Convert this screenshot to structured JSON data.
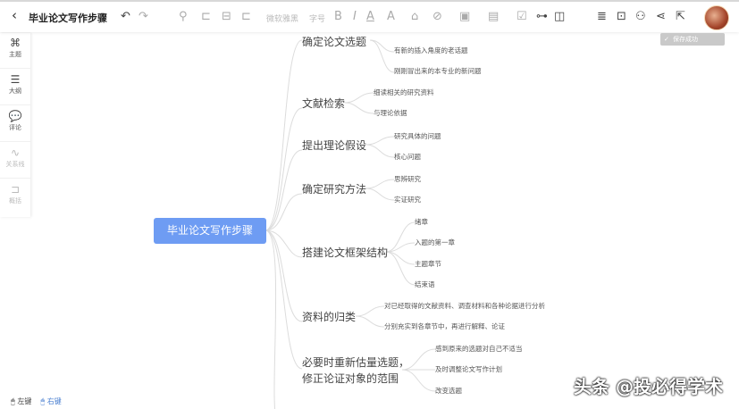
{
  "header": {
    "back": "‹",
    "title": "毕业论文写作步骤",
    "undo": "↶",
    "redo": "↷",
    "font_family": "微软雅黑",
    "font_size": "字号",
    "bold": "B",
    "italic": "I",
    "saved": "保存成功"
  },
  "sidebar": {
    "items": [
      {
        "icon": "⌘",
        "label": "主题"
      },
      {
        "icon": "☰",
        "label": "大纲"
      },
      {
        "icon": "💬",
        "label": "评论"
      },
      {
        "icon": "∿",
        "label": "关系线"
      },
      {
        "icon": "⊐",
        "label": "概括"
      }
    ]
  },
  "mindmap": {
    "root": "毕业论文写作步骤",
    "branches": [
      {
        "label": "确定论文选题",
        "children": [
          "有新的插入角度的老话题",
          "刚刚冒出来的本专业的新问题"
        ]
      },
      {
        "label": "文献检索",
        "children": [
          "细读相关的研究资料",
          "与理论依据"
        ]
      },
      {
        "label": "提出理论假设",
        "children": [
          "研究具体的问题",
          "核心问题"
        ]
      },
      {
        "label": "确定研究方法",
        "children": [
          "思辨研究",
          "实证研究"
        ]
      },
      {
        "label": "搭建论文框架结构",
        "children": [
          "绪章",
          "入题的第一章",
          "主题章节",
          "结束语"
        ]
      },
      {
        "label": "资料的归类",
        "children": [
          "对已经取得的文献资料、调查材料和各种论据进行分析",
          "分别充实到各章节中，再进行解释、论证"
        ]
      },
      {
        "label_lines": [
          "必要时重新估量选题，",
          "修正论证对象的范围"
        ],
        "children": [
          "感到原来的选题对自己不适当",
          "及时调整论文写作计划",
          "改变选题"
        ]
      }
    ]
  },
  "footer": {
    "left": "左键",
    "right": "右键"
  },
  "watermark": {
    "text": "头条 @投必得学术"
  }
}
